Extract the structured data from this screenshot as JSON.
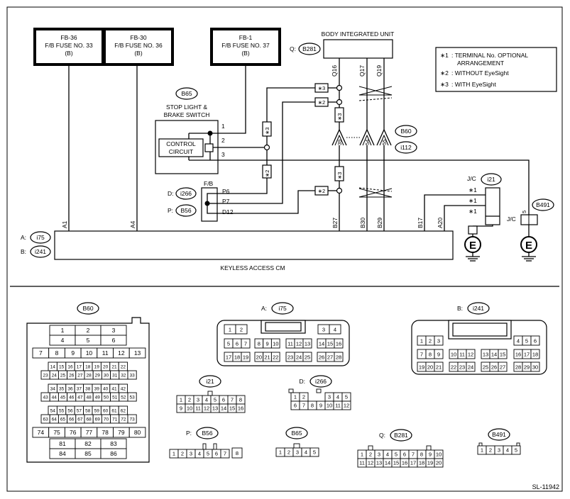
{
  "fuses": [
    {
      "id": "FB-36",
      "line2": "F/B FUSE NO. 33",
      "line3": "(B)"
    },
    {
      "id": "FB-30",
      "line2": "F/B FUSE NO. 36",
      "line3": "(B)"
    },
    {
      "id": "FB-1",
      "line2": "F/B FUSE NO. 37",
      "line3": "(B)"
    }
  ],
  "body_unit": {
    "title": "BODY INTEGRATED UNIT",
    "q_label": "Q:",
    "connector": "B281",
    "pins": [
      "Q16",
      "Q17",
      "Q19"
    ]
  },
  "legend": {
    "items": [
      {
        "mark": "∗1",
        "text": ": TERMINAL No. OPTIONAL",
        "text2": "ARRANGEMENT"
      },
      {
        "mark": "∗2",
        "text": ": WITHOUT EyeSight",
        "text2": ""
      },
      {
        "mark": "∗3",
        "text": ": WITH EyeSight",
        "text2": ""
      }
    ]
  },
  "stop_switch": {
    "connector": "B65",
    "title1": "STOP LIGHT &",
    "title2": "BRAKE SWITCH",
    "circuit1": "CONTROL",
    "circuit2": "CIRCUIT",
    "pins": [
      "1",
      "2",
      "3"
    ]
  },
  "junction": {
    "c1": "B60",
    "c2": "i112",
    "pins": [
      "39",
      "54",
      "55"
    ]
  },
  "fb": {
    "title": "F/B",
    "d_label": "D:",
    "d_conn": "i266",
    "p_label": "P:",
    "p_conn": "B56",
    "pins": [
      "P6",
      "P7",
      "D12"
    ]
  },
  "jc1": {
    "title": "J/C",
    "connector": "i21",
    "mark": "∗1"
  },
  "jc2": {
    "title": "J/C",
    "connector": "B491",
    "pin": "5"
  },
  "stars": {
    "s2": "∗2",
    "s3": "∗3"
  },
  "keyless": {
    "title": "KEYLESS ACCESS CM",
    "a_label": "A:",
    "a_conn": "i75",
    "b_label": "B:",
    "b_conn": "i241",
    "pins": [
      "A1",
      "A4",
      "B27",
      "B30",
      "B29",
      "B17",
      "A20"
    ]
  },
  "ground_label": "E",
  "connectors": {
    "B60": {
      "label": "B60",
      "rows": [
        [
          "1",
          "2",
          "3"
        ],
        [
          "4",
          "5",
          "6"
        ],
        [
          "7",
          "8",
          "9",
          "10",
          "11",
          "12",
          "13"
        ],
        [
          "14",
          "15",
          "16",
          "17",
          "18",
          "19",
          "20",
          "21",
          "22"
        ],
        [
          "23",
          "24",
          "25",
          "26",
          "27",
          "28",
          "29",
          "30",
          "31",
          "32",
          "33"
        ],
        [
          "34",
          "35",
          "36",
          "37",
          "38",
          "39",
          "40",
          "41",
          "42"
        ],
        [
          "43",
          "44",
          "45",
          "46",
          "47",
          "48",
          "49",
          "50",
          "51",
          "52",
          "53"
        ],
        [
          "54",
          "55",
          "56",
          "57",
          "58",
          "59",
          "60",
          "61",
          "62"
        ],
        [
          "63",
          "64",
          "65",
          "66",
          "67",
          "68",
          "69",
          "70",
          "71",
          "72",
          "73"
        ],
        [
          "74",
          "75",
          "76",
          "77",
          "78",
          "79",
          "80"
        ],
        [
          "81",
          "82",
          "83"
        ],
        [
          "84",
          "85",
          "86"
        ]
      ]
    },
    "i75": {
      "label_prefix": "A:",
      "label": "i75",
      "top": [
        "1",
        "2",
        "3",
        "4"
      ],
      "mid": [
        "5",
        "6",
        "7",
        "8",
        "9",
        "10",
        "11",
        "12",
        "13",
        "14",
        "15",
        "16"
      ],
      "bot": [
        "17",
        "18",
        "19",
        "20",
        "21",
        "22",
        "23",
        "24",
        "25",
        "26",
        "27",
        "28"
      ]
    },
    "i241": {
      "label_prefix": "B:",
      "label": "i241",
      "top": [
        "1",
        "2",
        "3",
        "4",
        "5",
        "6"
      ],
      "mid": [
        "7",
        "8",
        "9",
        "10",
        "11",
        "12",
        "13",
        "14",
        "15",
        "16",
        "17",
        "18"
      ],
      "bot": [
        "19",
        "20",
        "21",
        "22",
        "23",
        "24",
        "25",
        "26",
        "27",
        "28",
        "29",
        "30"
      ]
    },
    "i21": {
      "label": "i21",
      "r1": [
        "1",
        "2",
        "3",
        "4",
        "5",
        "6",
        "7",
        "8"
      ],
      "r2": [
        "9",
        "10",
        "11",
        "12",
        "13",
        "14",
        "15",
        "16"
      ]
    },
    "i266": {
      "label_prefix": "D:",
      "label": "i266",
      "r1": [
        "1",
        "2",
        "3",
        "4",
        "5"
      ],
      "r2": [
        "6",
        "7",
        "8",
        "9",
        "10",
        "11",
        "12"
      ]
    },
    "B56": {
      "label_prefix": "P:",
      "label": "B56",
      "pins": [
        "1",
        "2",
        "3",
        "4",
        "5",
        "6",
        "7",
        "8"
      ]
    },
    "B65": {
      "label": "B65",
      "pins": [
        "1",
        "2",
        "3",
        "4",
        "5"
      ]
    },
    "B281": {
      "label_prefix": "Q:",
      "label": "B281",
      "r1": [
        "1",
        "2",
        "3",
        "4",
        "5",
        "6",
        "7",
        "8",
        "9",
        "10"
      ],
      "r2": [
        "11",
        "12",
        "13",
        "14",
        "15",
        "16",
        "17",
        "18",
        "19",
        "20"
      ]
    },
    "B491": {
      "label": "B491",
      "pins": [
        "1",
        "2",
        "3",
        "4",
        "5"
      ]
    }
  },
  "footer_code": "SL-11942"
}
